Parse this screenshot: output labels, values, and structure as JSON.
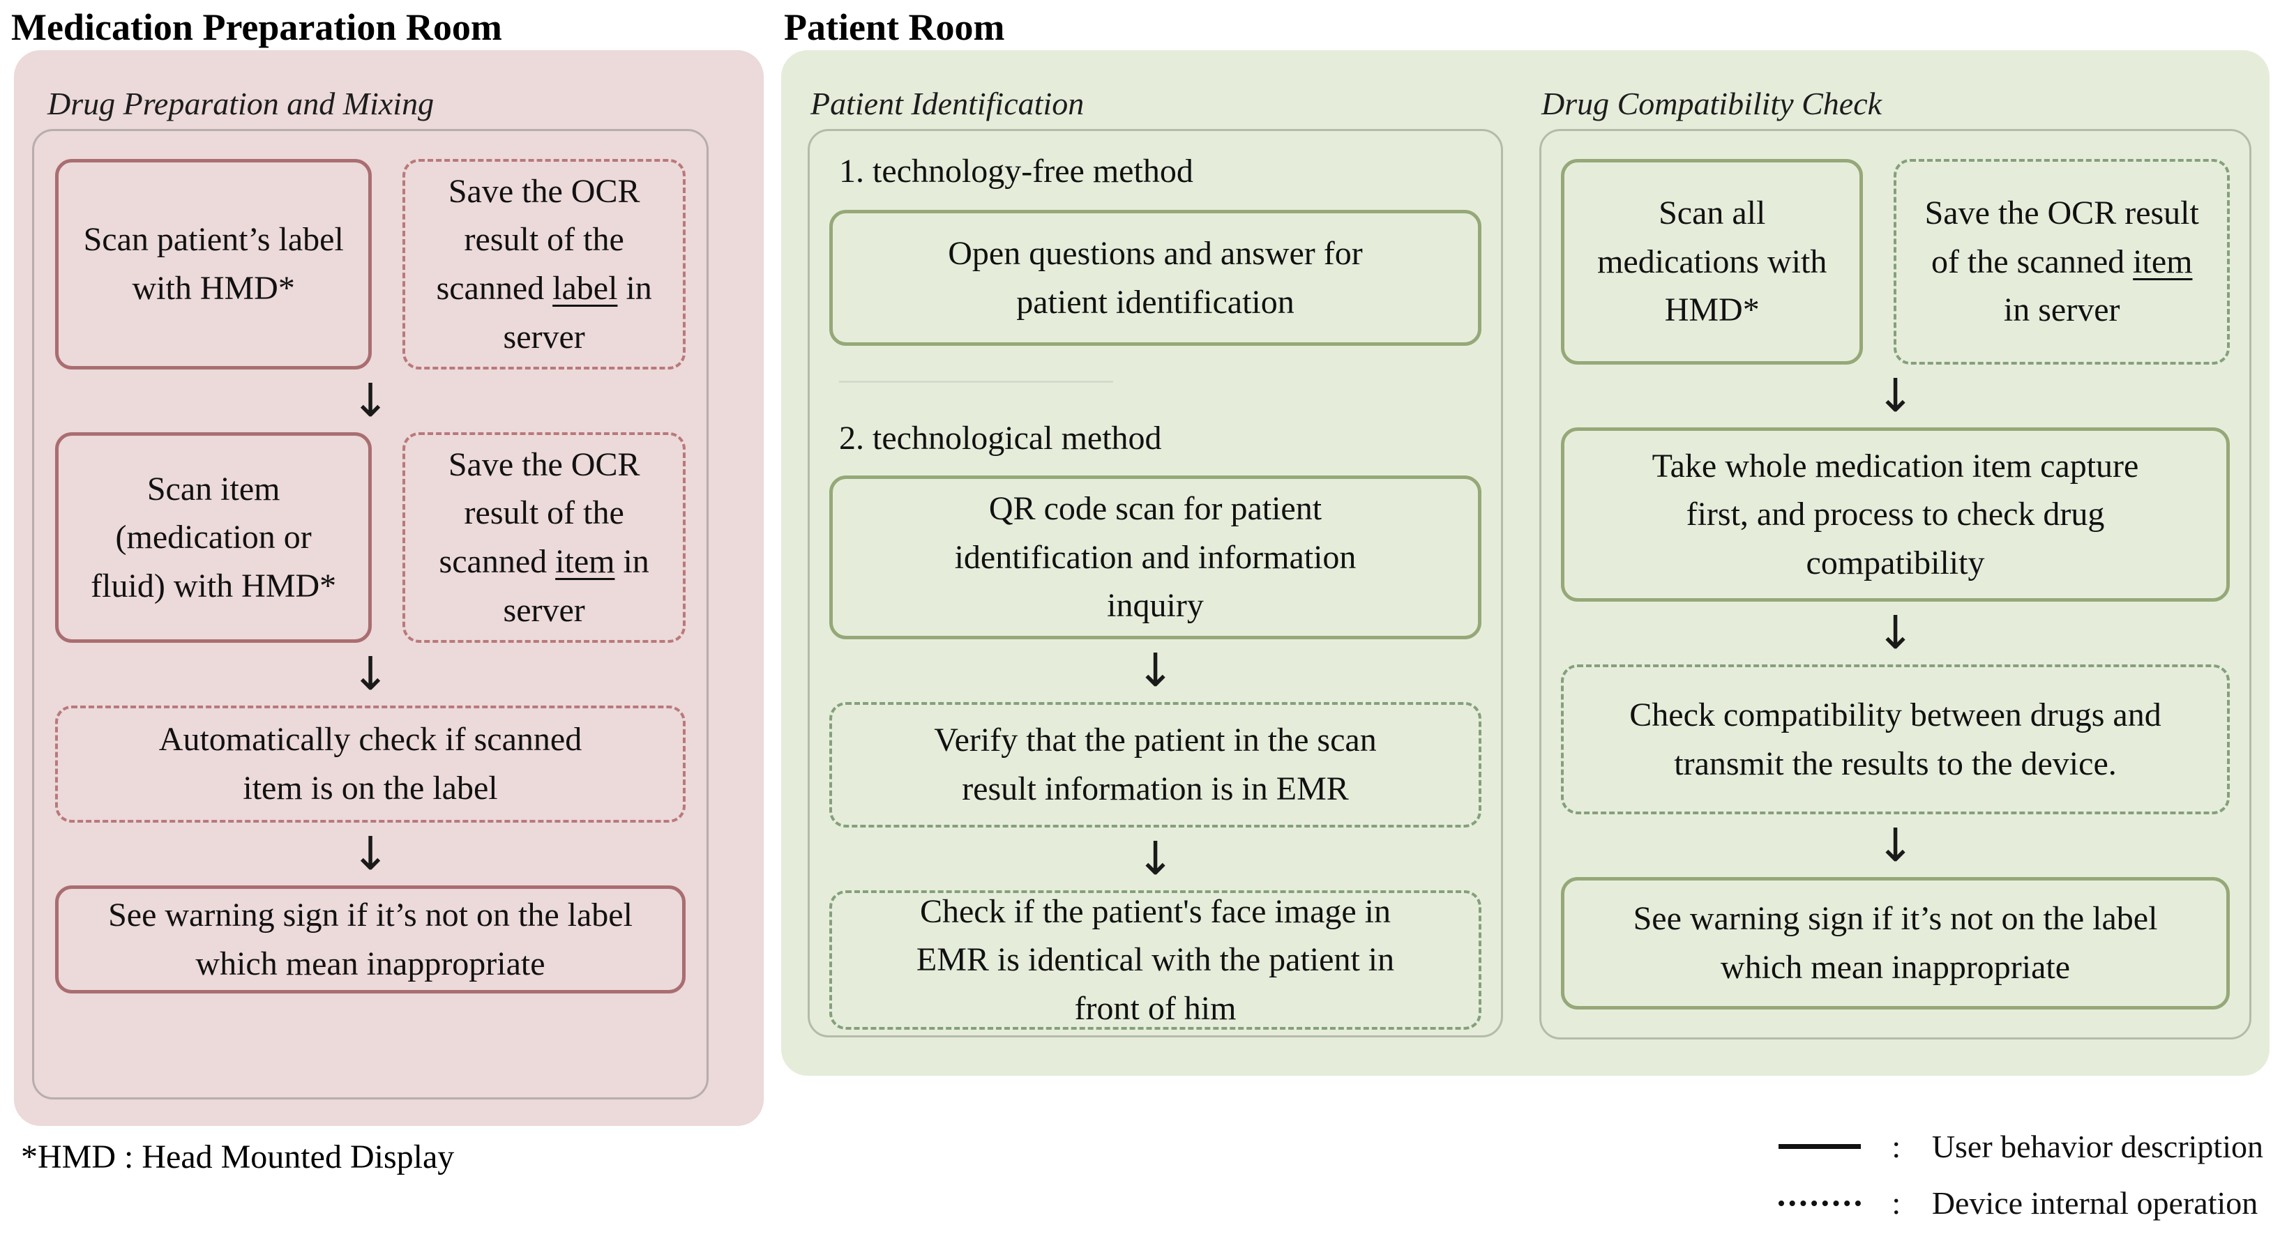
{
  "titles": {
    "medication_preparation_room": "Medication Preparation Room",
    "patient_room": "Patient Room"
  },
  "prep": {
    "heading": "Drug Preparation and Mixing",
    "scan_label_box": "Scan patient’s label with HMD*",
    "save_label_box": {
      "pre": "Save the OCR result of the scanned ",
      "underlined": "label",
      "post": " in server"
    },
    "scan_item_box": "Scan item (medication or fluid) with HMD*",
    "save_item_box": {
      "pre": "Save the OCR result of the scanned ",
      "underlined": "item",
      "post": " in server"
    },
    "auto_check_box": "Automatically check if scanned item is on the label",
    "warning_box": "See warning sign if it’s not on the label which mean inappropriate"
  },
  "patient_id": {
    "heading": "Patient Identification",
    "method1_label": "1. technology-free method",
    "open_questions_box": "Open questions and answer for patient identification",
    "method2_label": "2. technological method",
    "qr_scan_box": "QR code scan for patient identification and information inquiry",
    "verify_emr_box": "Verify that the patient in the scan result information is in EMR",
    "face_check_box": "Check if the patient's face image in EMR is identical with the patient in front of him"
  },
  "drug_compat": {
    "heading": "Drug Compatibility Check",
    "scan_all_box": "Scan all medications with HMD*",
    "save_item_box": {
      "pre": "Save the OCR result of the scanned ",
      "underlined": "item",
      "post": " in server"
    },
    "capture_box": "Take whole medication item capture first, and process to check drug compatibility",
    "compat_box": "Check compatibility between drugs and transmit the results to the device.",
    "warning_box": "See warning sign if it’s not on the label which mean inappropriate"
  },
  "glyphs": {
    "arrow_down": "↓"
  },
  "footnote": "*HMD : Head Mounted Display",
  "legend": {
    "items": [
      {
        "style": "solid",
        "separator": ":",
        "label": "User behavior description"
      },
      {
        "style": "dotted",
        "separator": ":",
        "label": "Device internal operation"
      }
    ]
  },
  "colors": {
    "pink_panel_bg": "#ecd9d9",
    "pink_solid_border": "#a96e71",
    "pink_dashed_border": "#b9797c",
    "green_panel_bg": "#e5edda",
    "green_solid_border": "#96a878",
    "green_dashed_border": "#85a07c",
    "frame_border_pink": "#b7adad",
    "frame_border_green": "#b5bba9",
    "divider": "#d5dacb",
    "text": "#111111"
  }
}
